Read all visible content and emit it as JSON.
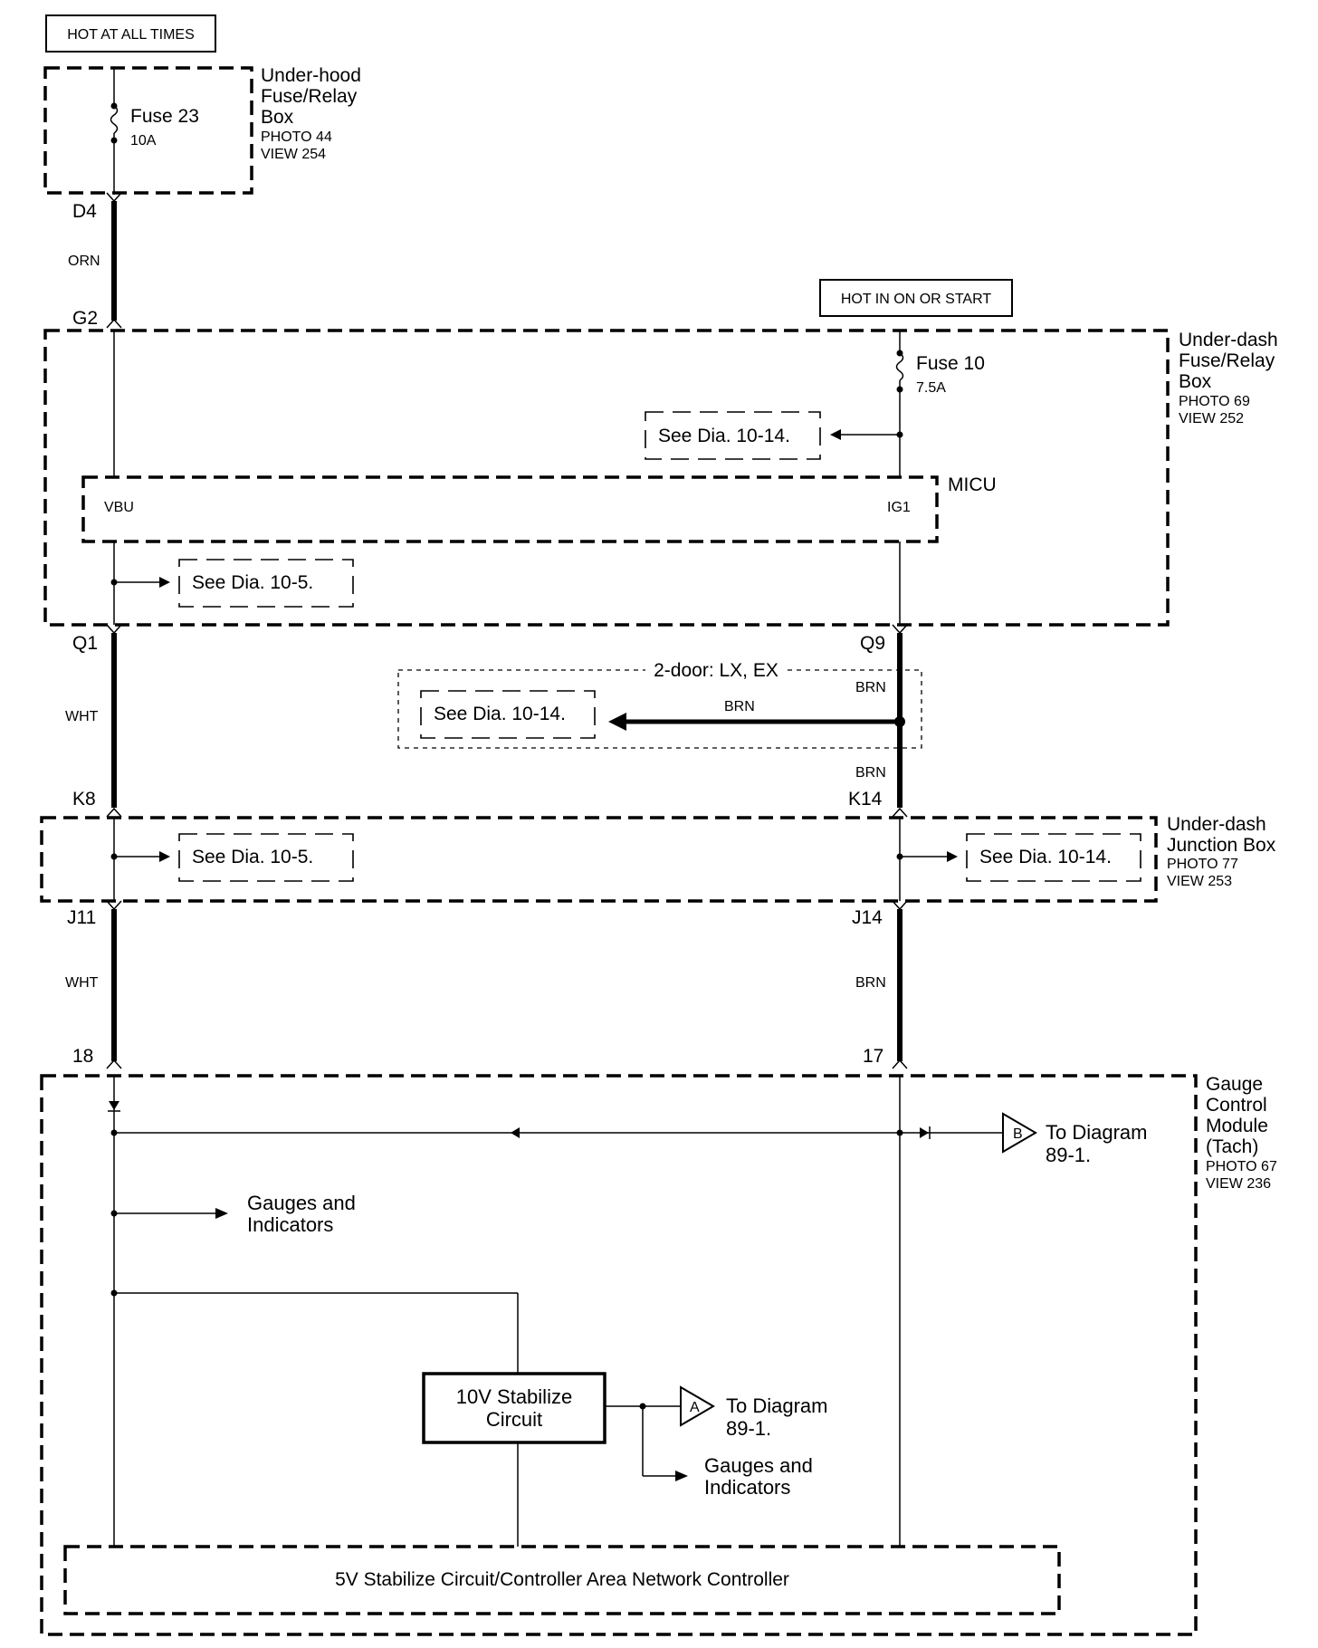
{
  "power_labels": {
    "hot_always": "HOT AT ALL TIMES",
    "hot_on_start": "HOT IN ON OR START"
  },
  "underhood_box": {
    "name_line1": "Under-hood",
    "name_line2": "Fuse/Relay",
    "name_line3": "Box",
    "photo": "PHOTO 44",
    "view": "VIEW 254",
    "fuse_name": "Fuse 23",
    "fuse_rating": "10A"
  },
  "underdash_fuse_box": {
    "name_line1": "Under-dash",
    "name_line2": "Fuse/Relay",
    "name_line3": "Box",
    "photo": "PHOTO 69",
    "view": "VIEW 252",
    "fuse_name": "Fuse 10",
    "fuse_rating": "7.5A"
  },
  "micu": {
    "name": "MICU",
    "left_pin": "VBU",
    "right_pin": "IG1"
  },
  "junction_box": {
    "name_line1": "Under-dash",
    "name_line2": "Junction Box",
    "photo": "PHOTO 77",
    "view": "VIEW 253"
  },
  "gauge_module": {
    "name_line1": "Gauge",
    "name_line2": "Control",
    "name_line3": "Module",
    "name_line4": "(Tach)",
    "photo": "PHOTO 67",
    "view": "VIEW 236",
    "stabilize_10v_line1": "10V Stabilize",
    "stabilize_10v_line2": "Circuit",
    "controller_5v": "5V Stabilize Circuit/Controller Area Network Controller",
    "gauges_line1": "Gauges and",
    "gauges_line2": "Indicators",
    "to_diagram_line1": "To Diagram",
    "to_diagram_line2": "89-1.",
    "connector_a": "A",
    "connector_b": "B"
  },
  "option_box": {
    "title": "2-door: LX, EX"
  },
  "references": {
    "dia_10_14": "See Dia. 10-14.",
    "dia_10_5": "See Dia. 10-5."
  },
  "connectors": {
    "d4": "D4",
    "g2": "G2",
    "q1": "Q1",
    "q9": "Q9",
    "k8": "K8",
    "k14": "K14",
    "j11": "J11",
    "j14": "J14",
    "p18": "18",
    "p17": "17"
  },
  "wire_colors": {
    "orn": "ORN",
    "wht": "WHT",
    "brn": "BRN"
  }
}
